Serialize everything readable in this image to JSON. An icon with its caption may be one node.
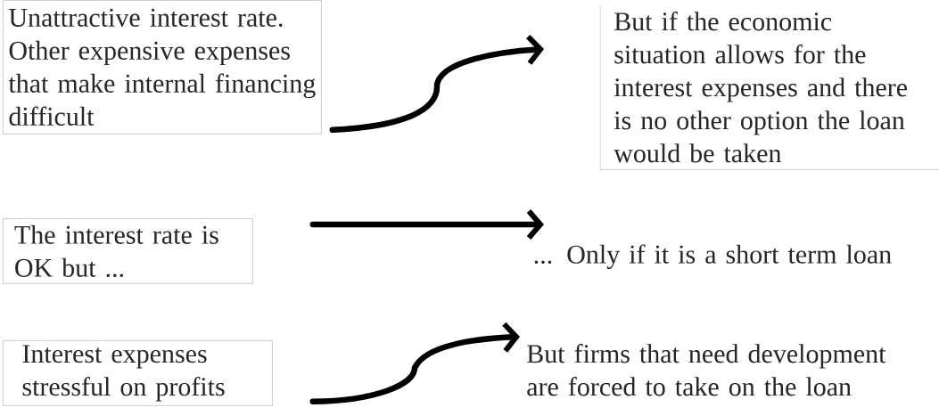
{
  "diagram": {
    "nodes": [
      {
        "text": [
          "Unattractive interest rate. Other expensive expenses that make internal financing difficult"
        ]
      },
      {
        "text": [
          "But if the economic situation allows for the interest expenses and there is no other option the loan would be taken"
        ]
      },
      {
        "text": [
          "The interest rate is OK but ..."
        ]
      },
      {
        "text": [
          "... Only if it is a short term loan"
        ]
      },
      {
        "text": [
          "Interest expenses stressful on profits"
        ]
      },
      {
        "text": [
          "But firms that need development are forced to take on the loan"
        ]
      }
    ],
    "edges": [
      {
        "from": 0,
        "to": 1,
        "arrow": "to"
      },
      {
        "from": 2,
        "to": 3,
        "arrow": "to"
      },
      {
        "from": 4,
        "to": 5,
        "arrow": "to"
      }
    ]
  }
}
